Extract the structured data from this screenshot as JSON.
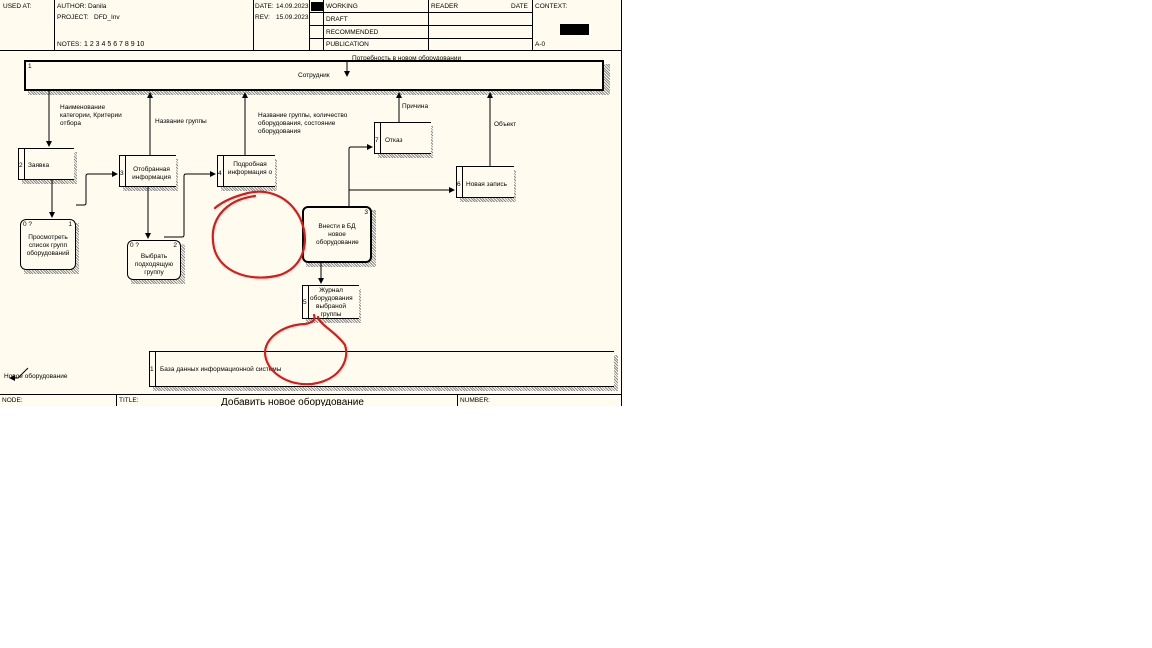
{
  "header": {
    "used_at": "USED AT:",
    "author_label": "AUTHOR:",
    "author": "Danila",
    "project_label": "PROJECT:",
    "project": "DFD_Inv",
    "notes_label": "NOTES:",
    "notes": "1 2 3 4 5 6 7 8 9 10",
    "date_label": "DATE:",
    "date": "14.09.2023",
    "rev_label": "REV:",
    "rev": "15.09.2023",
    "status": [
      "WORKING",
      "DRAFT",
      "RECOMMENDED",
      "PUBLICATION"
    ],
    "reader": "READER",
    "reader_date": "DATE",
    "context": "CONTEXT:",
    "node_id": "A-0"
  },
  "footer": {
    "node": "NODE:",
    "title_label": "TITLE:",
    "title": "Добавить новое оборудование",
    "number": "NUMBER:"
  },
  "externals": {
    "employee": {
      "num": "1",
      "label": "Сотрудник"
    }
  },
  "stores": {
    "application": {
      "num": "2",
      "label": "Заявка"
    },
    "selected_info": {
      "num": "3",
      "label": "Отобранная информация"
    },
    "detailed_info": {
      "num": "4",
      "label": "Подробная информация о"
    },
    "journal": {
      "num": "5",
      "label": "Журнал оборудования выбраной группы"
    },
    "new_record": {
      "num": "6",
      "label": "Новая запись"
    },
    "refusal": {
      "num": "7",
      "label": "Отказ"
    },
    "database": {
      "num": "1",
      "label": "База данных информационной системы"
    }
  },
  "processes": {
    "view_list": {
      "num": "1",
      "cost": "0 ?",
      "label": "Просмотреть список групп оборудований"
    },
    "choose_group": {
      "num": "2",
      "cost": "0 ?",
      "label": "Выбрать подходящую группу"
    },
    "enter_db": {
      "num": "3",
      "label": "Внести в БД новое оборудование"
    }
  },
  "flows": {
    "need": "Потребность в новом оборудовании",
    "category": "Наименование категории, Критерии отбора",
    "group_name": "Название группы",
    "group_details": "Название группы, количество оборудования, состояние оборудования",
    "reason": "Причина",
    "object": "Объект",
    "new_equipment": "Новое оборудование"
  }
}
